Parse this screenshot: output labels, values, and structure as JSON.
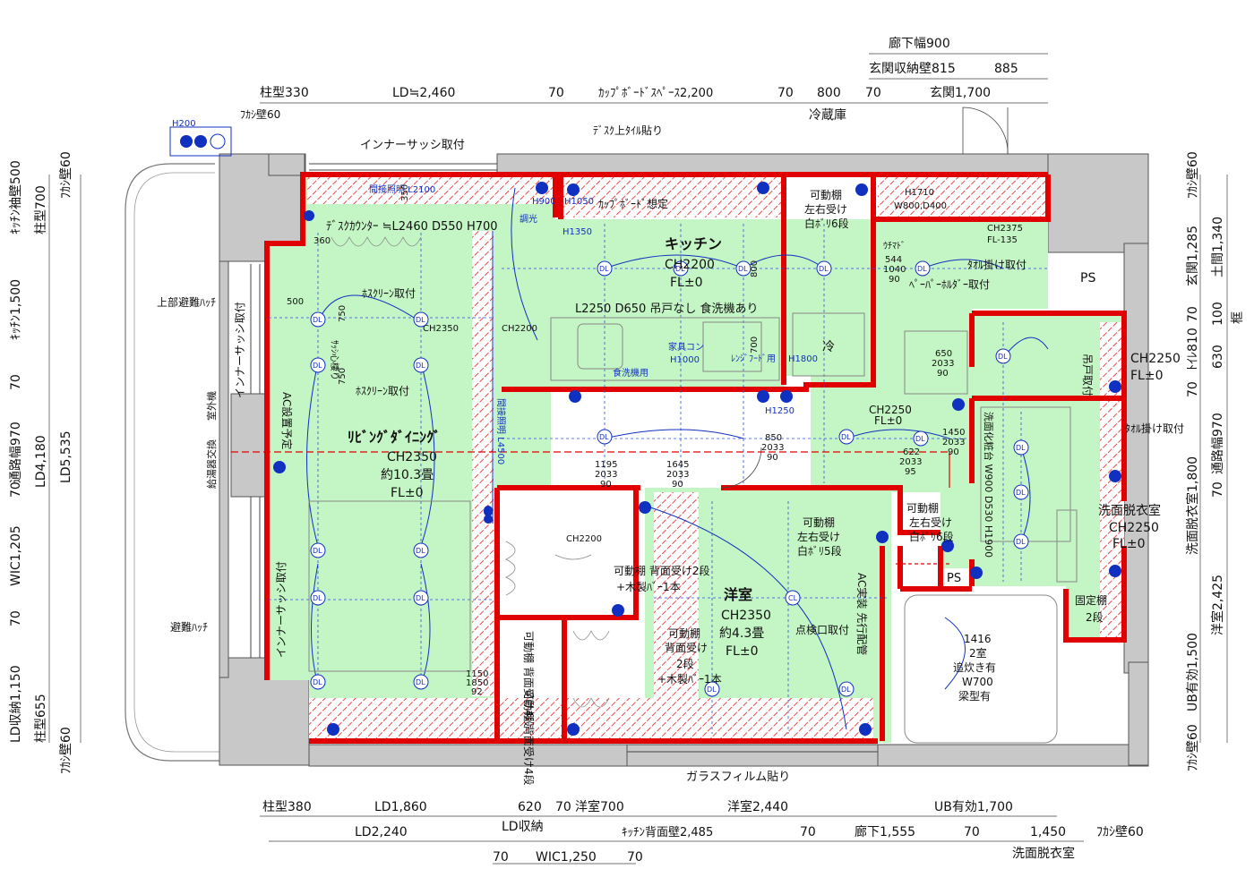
{
  "dims": {
    "top1": "廊下幅900",
    "top2": "玄関収納壁815",
    "top3": "885",
    "top_col": "柱型330",
    "top_fk": "ﾌｶｼ壁60",
    "top_ld": "LD≒2,460",
    "top_70a": "70",
    "top_cup": "ｶｯﾌﾟﾎﾞｰﾄﾞｽﾍﾟｰｽ2,200",
    "top_70b": "70",
    "top_800": "800",
    "top_fridge": "冷蔵庫",
    "top_70c": "70",
    "top_entry": "玄関1,700",
    "bot_col": "柱型380",
    "bot_ld1": "LD1,860",
    "bot_620": "620",
    "bot_70a": "70",
    "bot_yo700": "洋室700",
    "bot_yo2440": "洋室2,440",
    "bot_ub": "UB有効1,700",
    "bot_ld2": "LD2,240",
    "bot_ldstore": "LD収納",
    "bot_kitchen": "ｷｯﾁﾝ背面壁2,485",
    "bot_70b": "70",
    "bot_hall": "廊下1,555",
    "bot_70c": "70",
    "bot_1450": "1,450",
    "bot_fk": "ﾌｶｼ壁60",
    "bot_wash": "洗面脱衣室",
    "bot_70d": "70",
    "bot_wic": "WIC1,250",
    "bot_70e": "70",
    "glass": "ガラスフィルム貼り",
    "left": [
      "ｷｯﾁﾝ袖壁500",
      "柱型700",
      "ﾌｶｼ壁60",
      "ｷｯﾁﾝ1,500",
      "70",
      "通路幅970",
      "LD4,180",
      "LD5,535",
      "70",
      "WIC1,205",
      "70",
      "LD収納1,150",
      "柱型655",
      "ﾌｶｼ壁60"
    ],
    "right": [
      "ﾌｶｼ壁60",
      "玄関1,285",
      "土間1,340",
      "70",
      "100",
      "框",
      "630",
      "ﾄｲﾚ810",
      "70",
      "通路幅970",
      "洗面脱衣室1,800",
      "70",
      "洋室2,425",
      "UB有効1,500",
      "ﾌｶｼ壁60"
    ]
  },
  "rooms": {
    "living": {
      "name": "ﾘﾋﾞﾝｸﾞﾀﾞｲﾆﾝｸﾞ",
      "ch": "CH2350",
      "area": "約10.3畳",
      "fl": "FL±0"
    },
    "kitchen": {
      "name": "キッチン",
      "ch": "CH2200",
      "fl": "FL±0"
    },
    "western": {
      "name": "洋室",
      "ch": "CH2350",
      "area": "約4.3畳",
      "fl": "FL±0"
    },
    "washroom": {
      "name": "洗面脱衣室",
      "ch": "CH2250",
      "fl": "FL±0"
    },
    "toilet": {
      "ch": "CH2250",
      "fl": "FL±0"
    },
    "hall": {
      "ch": "CH2250",
      "fl": "FL±0"
    }
  },
  "notes": {
    "inner_sash_top": "インナーサッシ取付",
    "desk_tile": "ﾃﾞｽｸ上ﾀｲﾙ貼り",
    "indirect": "間接照明 L2100",
    "desk_counter": "ﾃﾞｽｸｶｳﾝﾀｰ ≒L2460 D550 H700",
    "cupboard": "ｶｯﾌﾟﾎﾞｰﾄﾞ想定",
    "shelf1": "可動棚",
    "shelf1b": "左右受け",
    "shelf1c": "白ﾎﾞﾘ6段",
    "h1710": "H1710",
    "w800": "W800,D400",
    "ch2375": "CH2375",
    "fl135": "FL-135",
    "towel1": "ﾀｵﾙ掛け取付",
    "paper": "ﾍﾟｰﾊﾟｰﾎﾙﾀﾞｰ取付",
    "ps1": "PS",
    "hanging": "吊戸取付",
    "h900": "H900",
    "h1050": "H1050",
    "h1350": "H1350",
    "light": "調光",
    "ch2200k": "CH2200",
    "screen1": "ﾎｽｸﾘｰﾝ取付",
    "screen2": "ﾎｽｸﾘｰﾝ取付",
    "sash_attach": "ｻｯｼ心棲り",
    "kitchen_spec": "L2250 D650 吊戸なし 食洗機あり",
    "dishwasher": "食洗機用",
    "appliance": "家具コン",
    "h1000": "H1000",
    "rangehood": "ﾚﾝｼﾞﾌｰﾄﾞ用",
    "h1800": "H1800",
    "fridge": "冷",
    "h1250": "H1250",
    "ac": "AC設置予定",
    "outdoor": "室外機",
    "boiler": "給湯器交換",
    "upper_hatch": "上部避難ﾊｯﾁ",
    "inner_sash_l": "インナーサッシ取付",
    "inner_sash_l2": "インナーサッシ取付",
    "hatch": "避難ﾊｯﾁ",
    "wash_spec": "洗面化粧台 W900 D530 H1900",
    "towel2": "ﾀｵﾙ掛け取付",
    "shelf_wic": "可動棚 背面受け2段",
    "shelf_bar": "+木製ﾊﾞｰ1本",
    "shelf_yo": "可動棚",
    "shelf_yo2": "左右受け",
    "shelf_yo3": "白ﾎﾞﾘ5段",
    "shelf_hall": "可動棚",
    "shelf_hall2": "左右受け",
    "shelf_hall3": "白ﾎﾞﾘ6段",
    "ps2": "PS",
    "ac_pipe": "AC実装 先行配管",
    "inspect": "点検口取付",
    "shelf_yo_b": "可動棚",
    "shelf_yo_b2": "背面受け",
    "shelf_yo_b3": "2段",
    "shelf_yo_b4": "+木製ﾊﾞｰ1本",
    "shelf_wic_v": "可動棚 背面受け4段",
    "shelf_ld_v": "可動棚 背面受け4段",
    "bath": "1416",
    "bath2": "2室",
    "bath3": "追炊き有",
    "bath4": "W700",
    "bath5": "梁型有",
    "fixed_shelf": "固定棚",
    "fixed_shelf2": "2段",
    "indirect_v": "間接照明 L4500",
    "ch2200w": "CH2200",
    "pos1a": "1195",
    "pos1b": "2033",
    "pos1c": "90",
    "pos2a": "1645",
    "pos2b": "2033",
    "pos2c": "90",
    "pos3a": "850",
    "pos3b": "2033",
    "pos3c": "90",
    "pos4a": "622",
    "pos4b": "2033",
    "pos4c": "95",
    "pos5a": "1450",
    "pos5b": "2033",
    "pos5c": "90",
    "pos6a": "650",
    "pos6b": "2033",
    "pos6c": "90",
    "pos7a": "1150",
    "pos7b": "1850",
    "pos7c": "92",
    "uchi": "ｳﾁﾏﾄﾞ",
    "u544": "544",
    "u1040": "1040",
    "u90": "90",
    "w360": "360",
    "w500": "500",
    "w750": "750",
    "w750b": "750",
    "w350": "350",
    "w800v": "800",
    "w700v": "700",
    "ch2350": "CH2350",
    "h200": "H200"
  }
}
